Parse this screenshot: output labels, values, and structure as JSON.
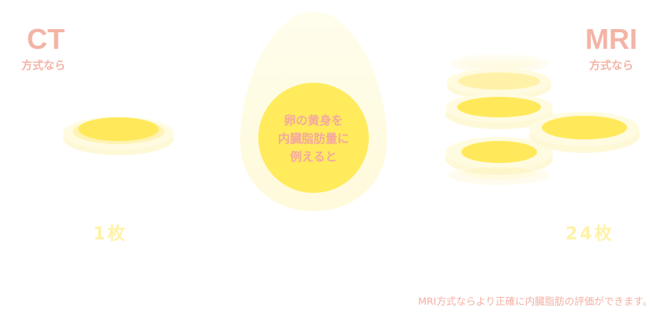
{
  "left": {
    "title": "CT",
    "subtitle": "方式なら",
    "count": "1枚"
  },
  "right": {
    "title": "MRI",
    "subtitle": "方式なら",
    "count": "24枚"
  },
  "center": {
    "lines": [
      "卵の黄身を",
      "内臓脂肪量に",
      "例えると"
    ]
  },
  "footnote": "MRI方式ならより正確に内臓脂肪の評価ができます。",
  "colors": {
    "title": "#f3b4a6",
    "count": "#fff2a8",
    "yolk": "#ffe95a",
    "egg_white": "#fffbdc",
    "center_text": "#f4a8a0"
  }
}
